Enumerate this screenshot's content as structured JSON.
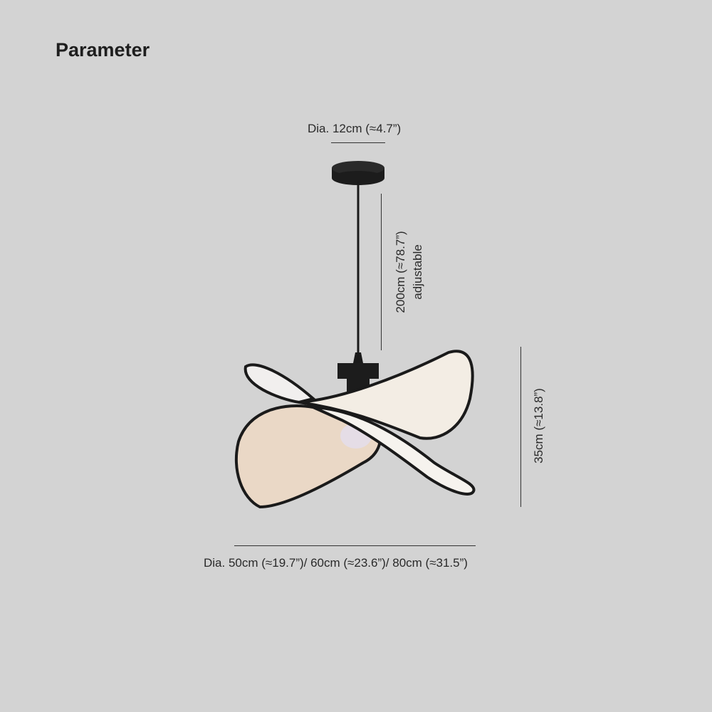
{
  "title": "Parameter",
  "dimensions": {
    "canopy_diameter": "Dia. 12cm (≈4.7”)",
    "cord_length": "200cm (≈78.7”)",
    "cord_note": "adjustable",
    "height": "35cm (≈13.8”)",
    "shade_diameter": "Dia. 50cm (≈19.7”)/ 60cm (≈23.6”)/ 80cm (≈31.5”)"
  },
  "colors": {
    "background": "#d3d3d3",
    "frame": "#1a1a1a",
    "shade": "#f3ede4",
    "shade_inner": "#ead8c6"
  }
}
